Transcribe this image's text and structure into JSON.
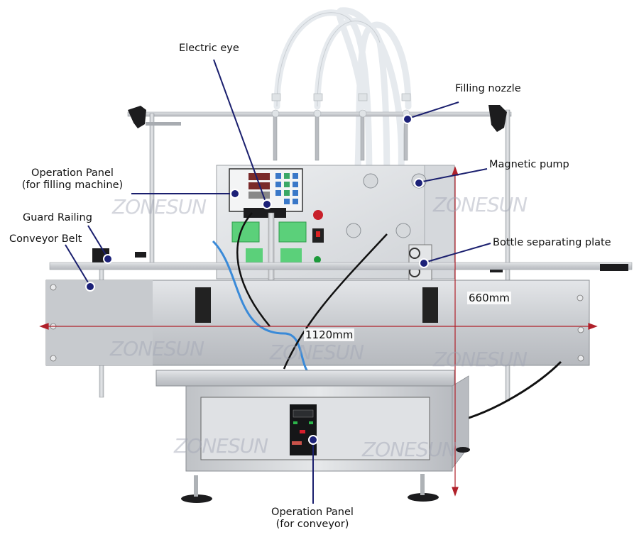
{
  "figure": {
    "subject": "Automatic magnetic pump liquid filling machine with conveyor",
    "watermark": "ZONESUN",
    "colors": {
      "leader_line": "#1a1f6e",
      "marker_dot": "#1c2178",
      "dimension_line": "#b0202a",
      "background": "#ffffff",
      "steel": "#cfd2d6",
      "hose": "#e8ecef"
    }
  },
  "callouts": [
    {
      "id": "electric-eye",
      "text": "Electric eye"
    },
    {
      "id": "filling-nozzle",
      "text": "Filling nozzle"
    },
    {
      "id": "operation-panel-filling",
      "line1": "Operation Panel",
      "line2": "(for filling machine)"
    },
    {
      "id": "magnetic-pump",
      "text": "Magnetic pump"
    },
    {
      "id": "guard-railing",
      "text": "Guard Railing"
    },
    {
      "id": "bottle-separating-plate",
      "text": "Bottle separating plate"
    },
    {
      "id": "conveyor-belt",
      "text": "Conveyor Belt"
    },
    {
      "id": "operation-panel-conveyor",
      "line1": "Operation Panel",
      "line2": "(for conveyor)"
    }
  ],
  "dimensions": {
    "length": "1120mm",
    "height": "660mm"
  }
}
